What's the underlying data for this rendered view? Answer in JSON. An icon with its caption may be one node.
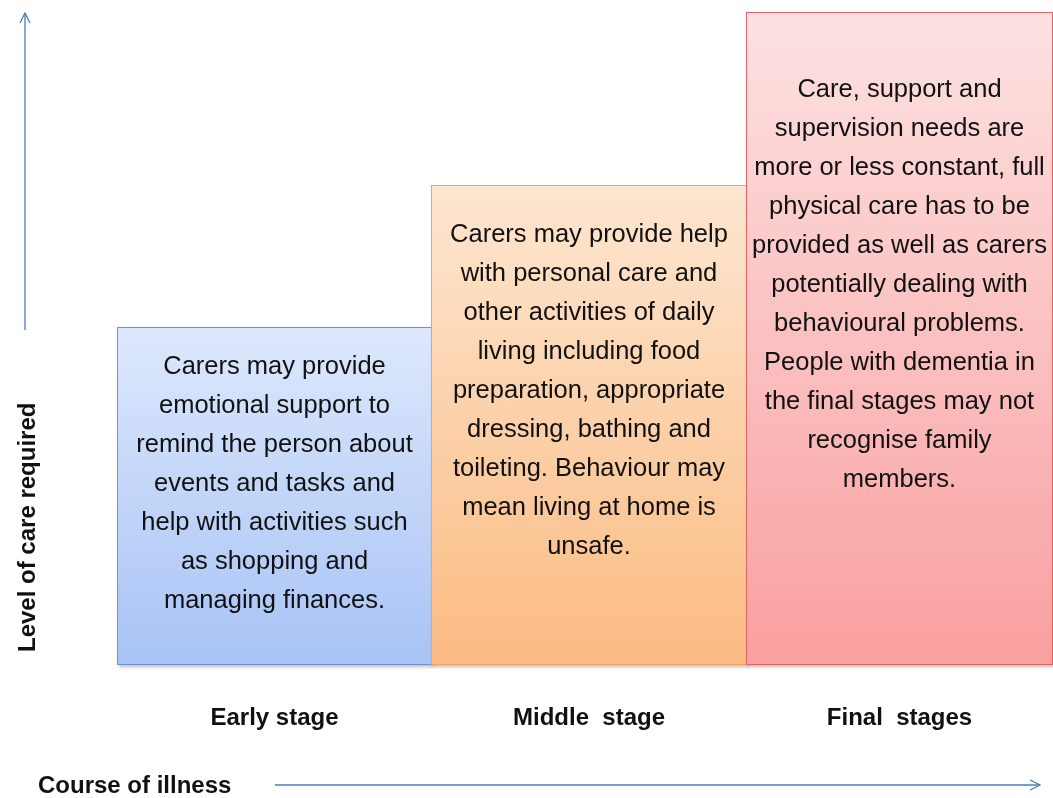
{
  "diagram": {
    "nodes": [
      {
        "text": [
          "Carers may provide emotional support to remind the person about events and tasks and help with activities such as shopping and managing finances."
        ],
        "beside": [
          "Early stage"
        ]
      },
      {
        "text": [
          "Carers may provide help with personal care and other activities of daily living including food preparation, appropriate dressing, bathing and toileting. Behaviour may mean living at home is unsafe."
        ],
        "beside": [
          "Middle  stage"
        ]
      },
      {
        "text": [
          "Care, support and supervision needs are more or less constant, full physical care has to be provided as well as carers potentially dealing with behavioural problems.  People with dementia in the final stages may not recognise family members."
        ],
        "beside": [
          "Final  stages"
        ]
      }
    ],
    "edges": [],
    "labels": [
      "Level of care required",
      "Course of illness"
    ]
  }
}
